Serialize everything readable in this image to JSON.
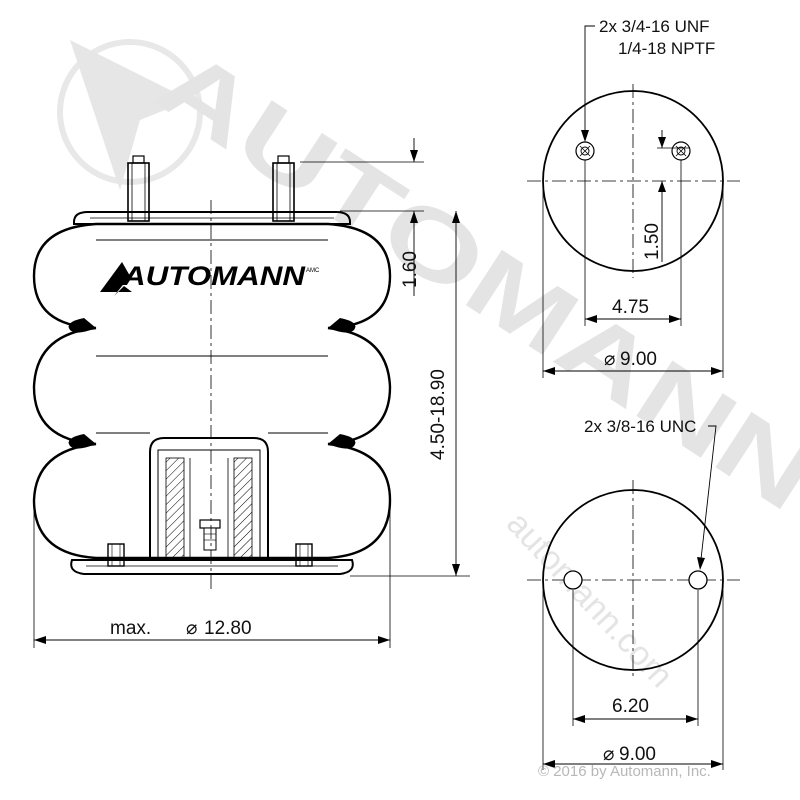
{
  "brand": {
    "logo_text": "AUTOMANN",
    "watermark_text": "AUTOMANN",
    "watermark_url": "automann.com",
    "copyright": "© 2016 by Automann, Inc."
  },
  "side_view": {
    "height_top": "1.60",
    "height_range": "4.50-18.90",
    "max_diameter_prefix": "max.",
    "max_diameter_value": "12.80"
  },
  "top_plate": {
    "thread_line_1": "2x 3/4-16 UNF",
    "thread_line_2": "1/4-18 NPTF",
    "offset": "1.50",
    "hole_spacing": "4.75",
    "diameter": "9.00"
  },
  "bottom_plate": {
    "thread": "2x 3/8-16 UNC",
    "hole_spacing": "6.20",
    "diameter": "9.00"
  },
  "symbols": {
    "diameter": "⌀"
  },
  "colors": {
    "line": "#000000",
    "watermark": "#e4e4e4",
    "copyright": "#b8b8b8"
  }
}
